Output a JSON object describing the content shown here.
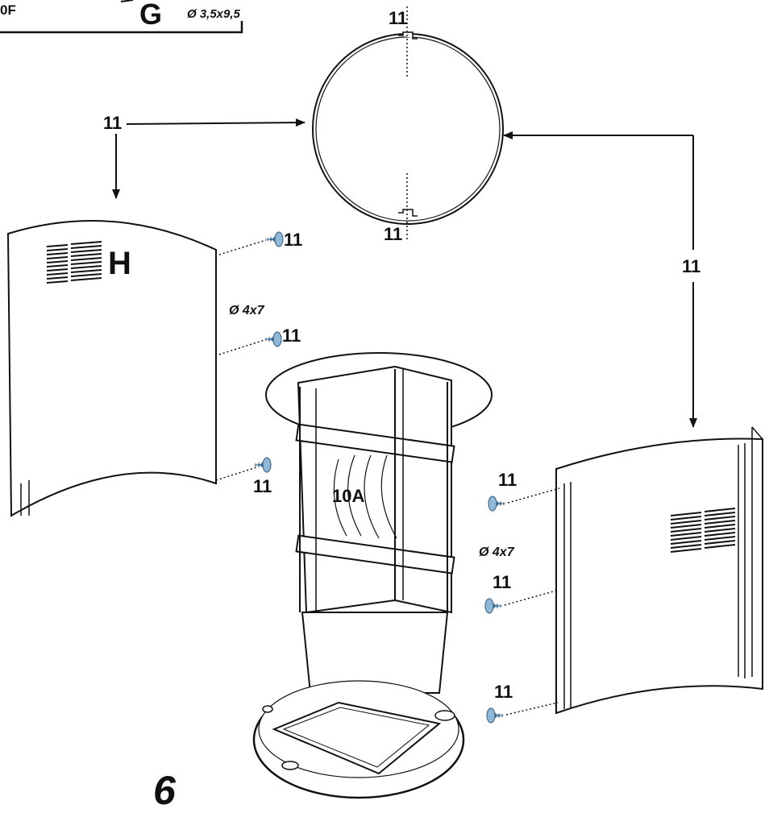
{
  "header": {
    "left_partial": "0F",
    "part_letter": "G",
    "screen_spec": "Ø 3,5x9,5"
  },
  "ring": {
    "label_top": "11",
    "label_bottom": "11"
  },
  "callouts": {
    "left_arrow": "11",
    "right_arrow": "11"
  },
  "left_panel": {
    "letter": "H",
    "screw_label_top": "11",
    "screw_label_mid": "11",
    "screw_label_bot": "11",
    "screw_spec": "Ø 4x7"
  },
  "center_unit": {
    "label": "10A"
  },
  "right_panel": {
    "screw_label_top": "11",
    "screw_label_mid": "11",
    "screw_label_bot": "11",
    "screw_spec": "Ø 4x7"
  },
  "step_number": "6",
  "colors": {
    "line": "#111111",
    "screw": "#8fb9d6",
    "screw_dark": "#4d7fa6"
  }
}
